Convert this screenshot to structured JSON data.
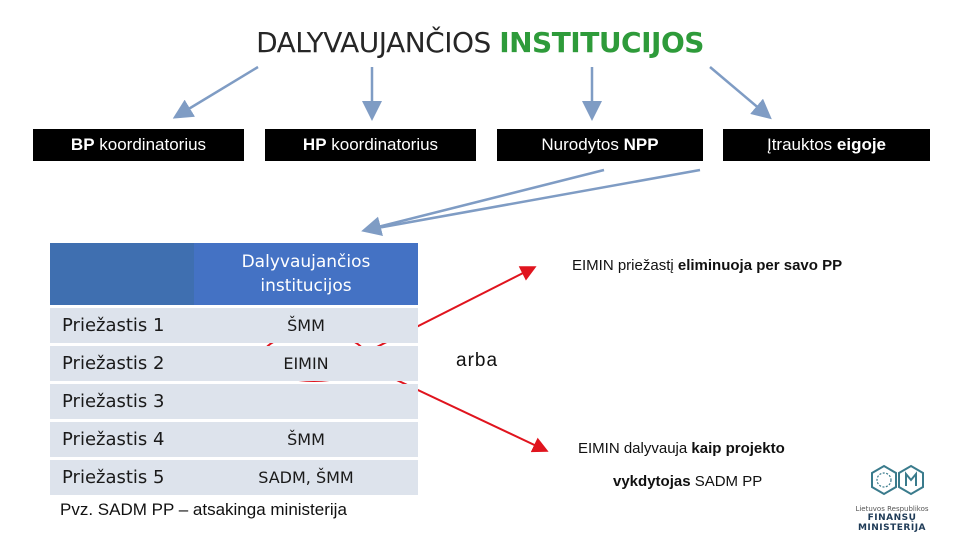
{
  "title": {
    "part1": "DALYVAUJANČIOS ",
    "part2": "INSTITUCIJOS"
  },
  "boxes": [
    {
      "bold": "BP",
      "rest": " koordinatorius"
    },
    {
      "bold": "HP",
      "rest": " koordinatorius"
    },
    {
      "pre": "Nurodytos ",
      "bold": "NPP"
    },
    {
      "pre": "Įtrauktos ",
      "bold": "eigoje"
    }
  ],
  "table": {
    "header": "Dalyvaujančios institucijos",
    "rows": [
      {
        "reason": "Priežastis 1",
        "institution": "ŠMM"
      },
      {
        "reason": "Priežastis 2",
        "institution": "EIMIN"
      },
      {
        "reason": "Priežastis 3",
        "institution": ""
      },
      {
        "reason": "Priežastis 4",
        "institution": "ŠMM"
      },
      {
        "reason": "Priežastis 5",
        "institution": "SADM, ŠMM"
      }
    ]
  },
  "example": "Pvz. SADM PP – atsakinga ministerija",
  "option_top": {
    "pre": "EIMIN priežastį ",
    "bold": "eliminuoja",
    "post": " per savo PP"
  },
  "or_label": "arba",
  "option_bottom": {
    "pre": "EIMIN dalyvauja ",
    "bold1": "kaip projekto",
    "bold2": "vykdytojas",
    "post": " SADM PP"
  },
  "logo": {
    "line1": "Lietuvos Respublikos",
    "line2": "FINANSŲ MINISTERIJA"
  },
  "colors": {
    "accent_green": "#2e9b3a",
    "header_blue": "#4472c4",
    "cell": "#dde3ec",
    "arrow_blue": "#7f9cc4",
    "arrow_red": "#e0141e"
  }
}
